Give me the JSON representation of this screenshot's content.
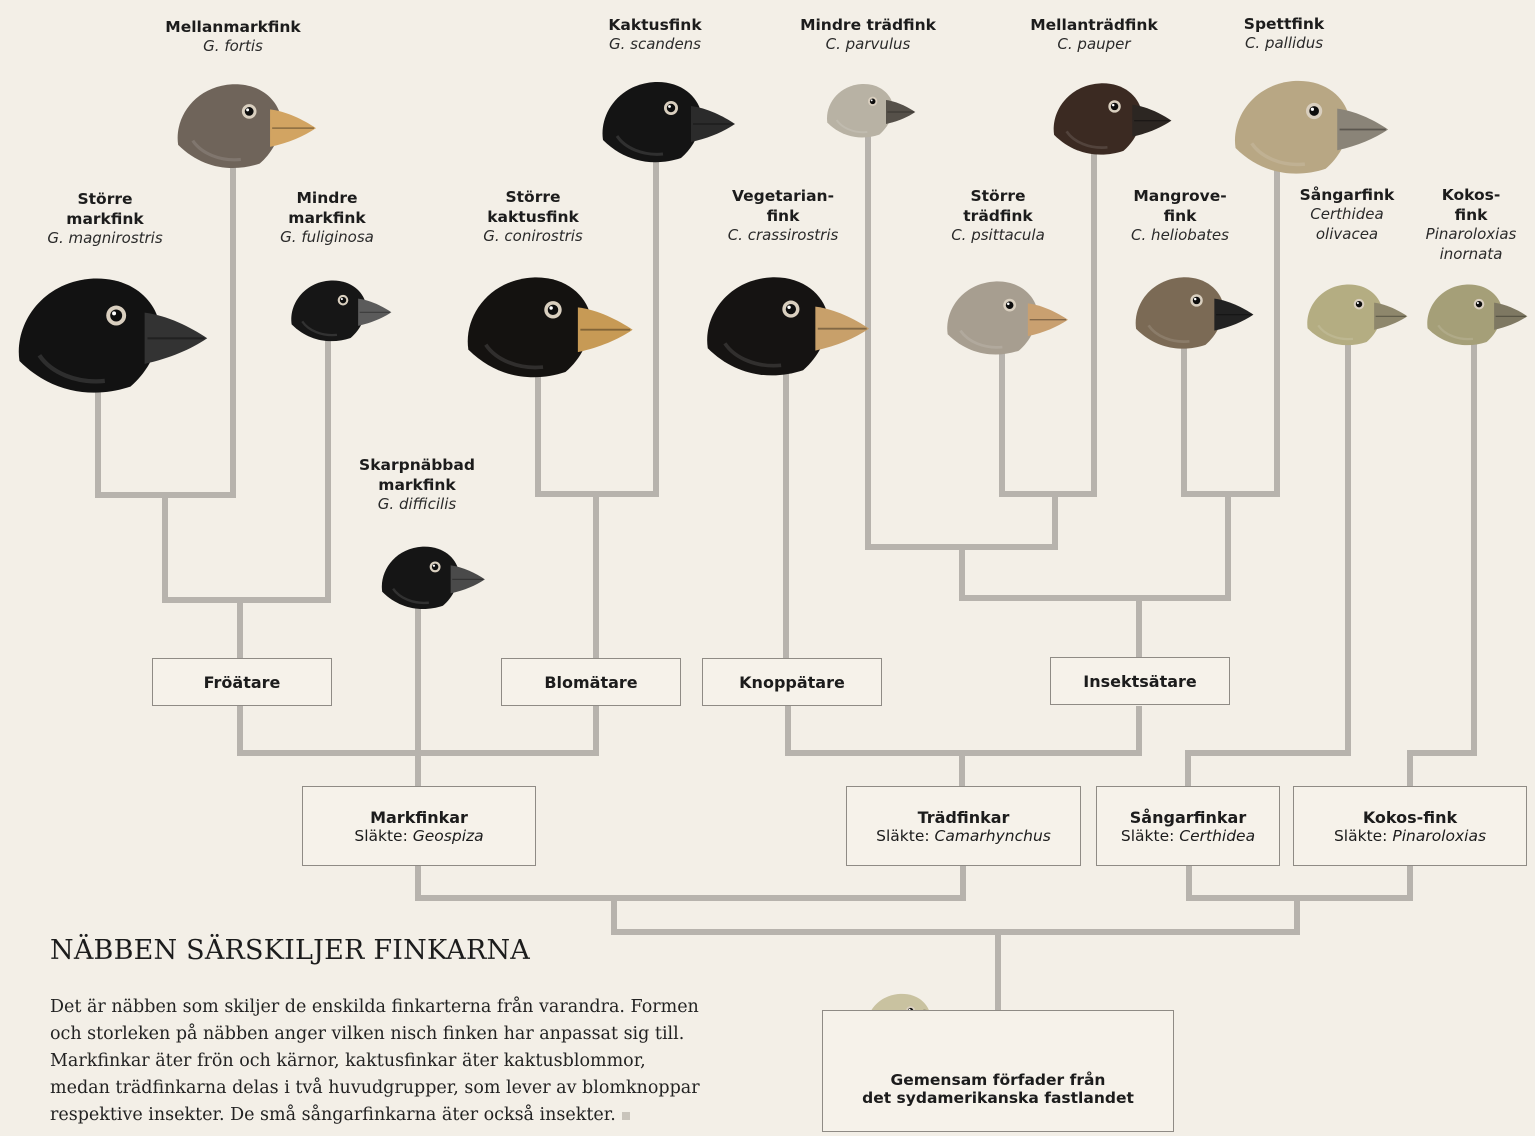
{
  "title": "NÄBBEN SÄRSKILJER FINKARNA",
  "body_lines": [
    "Det är näbben som skiljer de enskilda finkarterna från varandra. Formen",
    "och storleken på näbben anger vilken nisch finken har anpassat sig till.",
    "Markfinkar äter frön och kärnor, kaktusfinkar äter kaktusblommor,",
    "medan trädfinkarna delas i två huvudgrupper, som lever av blomknoppar",
    "respektive insekter. De små sångarfinkarna äter också insekter."
  ],
  "species": [
    {
      "id": "mellanmarkfink",
      "common": "Mellanmarkfink",
      "scientific": "G. fortis",
      "feather": "#6f645a",
      "beak": "#d2a462"
    },
    {
      "id": "kaktusfink",
      "common": "Kaktusfink",
      "scientific": "G. scandens",
      "feather": "#141414",
      "beak": "#2b2b2b"
    },
    {
      "id": "mindre-tradfink",
      "common": "Mindre trädfink",
      "scientific": "C. parvulus",
      "feather": "#b8b2a4",
      "beak": "#555049"
    },
    {
      "id": "mellantradfink",
      "common": "Mellanträdfink",
      "scientific": "C. pauper",
      "feather": "#3b2a22",
      "beak": "#2c2622"
    },
    {
      "id": "spettfink",
      "common": "Spettfink",
      "scientific": "C. pallidus",
      "feather": "#b8a784",
      "beak": "#8a8478"
    },
    {
      "id": "storre-markfink",
      "common": "Större\nmarkfink",
      "scientific": "G. magnirostris",
      "feather": "#121212",
      "beak": "#333333"
    },
    {
      "id": "mindre-markfink",
      "common": "Mindre\nmarkfink",
      "scientific": "G. fuliginosa",
      "feather": "#161616",
      "beak": "#5b5b5b"
    },
    {
      "id": "storre-kaktusfink",
      "common": "Större\nkaktusfink",
      "scientific": "G. conirostris",
      "feather": "#141210",
      "beak": "#c79a55"
    },
    {
      "id": "vegetarianfink",
      "common": "Vegetarian-\nfink",
      "scientific": "C. crassirostris",
      "feather": "#151312",
      "beak": "#c8a06a"
    },
    {
      "id": "storre-tradfink",
      "common": "Större\nträdfink",
      "scientific": "C. psittacula",
      "feather": "#a79e90",
      "beak": "#c9a070"
    },
    {
      "id": "mangrovefink",
      "common": "Mangrove-\nfink",
      "scientific": "C. heliobates",
      "feather": "#7b6a55",
      "beak": "#222222"
    },
    {
      "id": "sangarfink",
      "common": "Sångarfink",
      "scientific": "Certhidea\nolivacea",
      "feather": "#b4ad82",
      "beak": "#8e876c"
    },
    {
      "id": "kokosfink",
      "common": "Kokos-\nfink",
      "scientific": "Pinaroloxias\ninornata",
      "feather": "#a59f78",
      "beak": "#7e7862"
    },
    {
      "id": "skarpnabbad-markfink",
      "common": "Skarpnäbbad\nmarkfink",
      "scientific": "G. difficilis",
      "feather": "#151515",
      "beak": "#4a4a4a"
    }
  ],
  "diet_groups": [
    {
      "id": "froatare",
      "label": "Fröätare"
    },
    {
      "id": "blomatare",
      "label": "Blomätare"
    },
    {
      "id": "knoppatare",
      "label": "Knoppätare"
    },
    {
      "id": "insektsatare",
      "label": "Insektsätare"
    }
  ],
  "genera": [
    {
      "id": "markfinkar",
      "title": "Markfinkar",
      "prefix": "Släkte: ",
      "genus": "Geospiza"
    },
    {
      "id": "tradfinkar",
      "title": "Trädfinkar",
      "prefix": "Släkte: ",
      "genus": "Camarhynchus"
    },
    {
      "id": "sangarfinkar",
      "title": "Sångarfinkar",
      "prefix": "Släkte: ",
      "genus": "Certhidea"
    },
    {
      "id": "kokosfink",
      "title": "Kokos-fink",
      "prefix": "Släkte: ",
      "genus": "Pinaroloxias"
    }
  ],
  "ancestor": {
    "line1": "Gemensam förfader från",
    "line2": "det sydamerikanska fastlandet",
    "feather": "#c9c2a0",
    "beak": "#8d8670"
  },
  "colors": {
    "background": "#f3efe7",
    "connector": "#b7b3ad",
    "box_border": "#8f8b85",
    "text": "#1c1c1c"
  }
}
